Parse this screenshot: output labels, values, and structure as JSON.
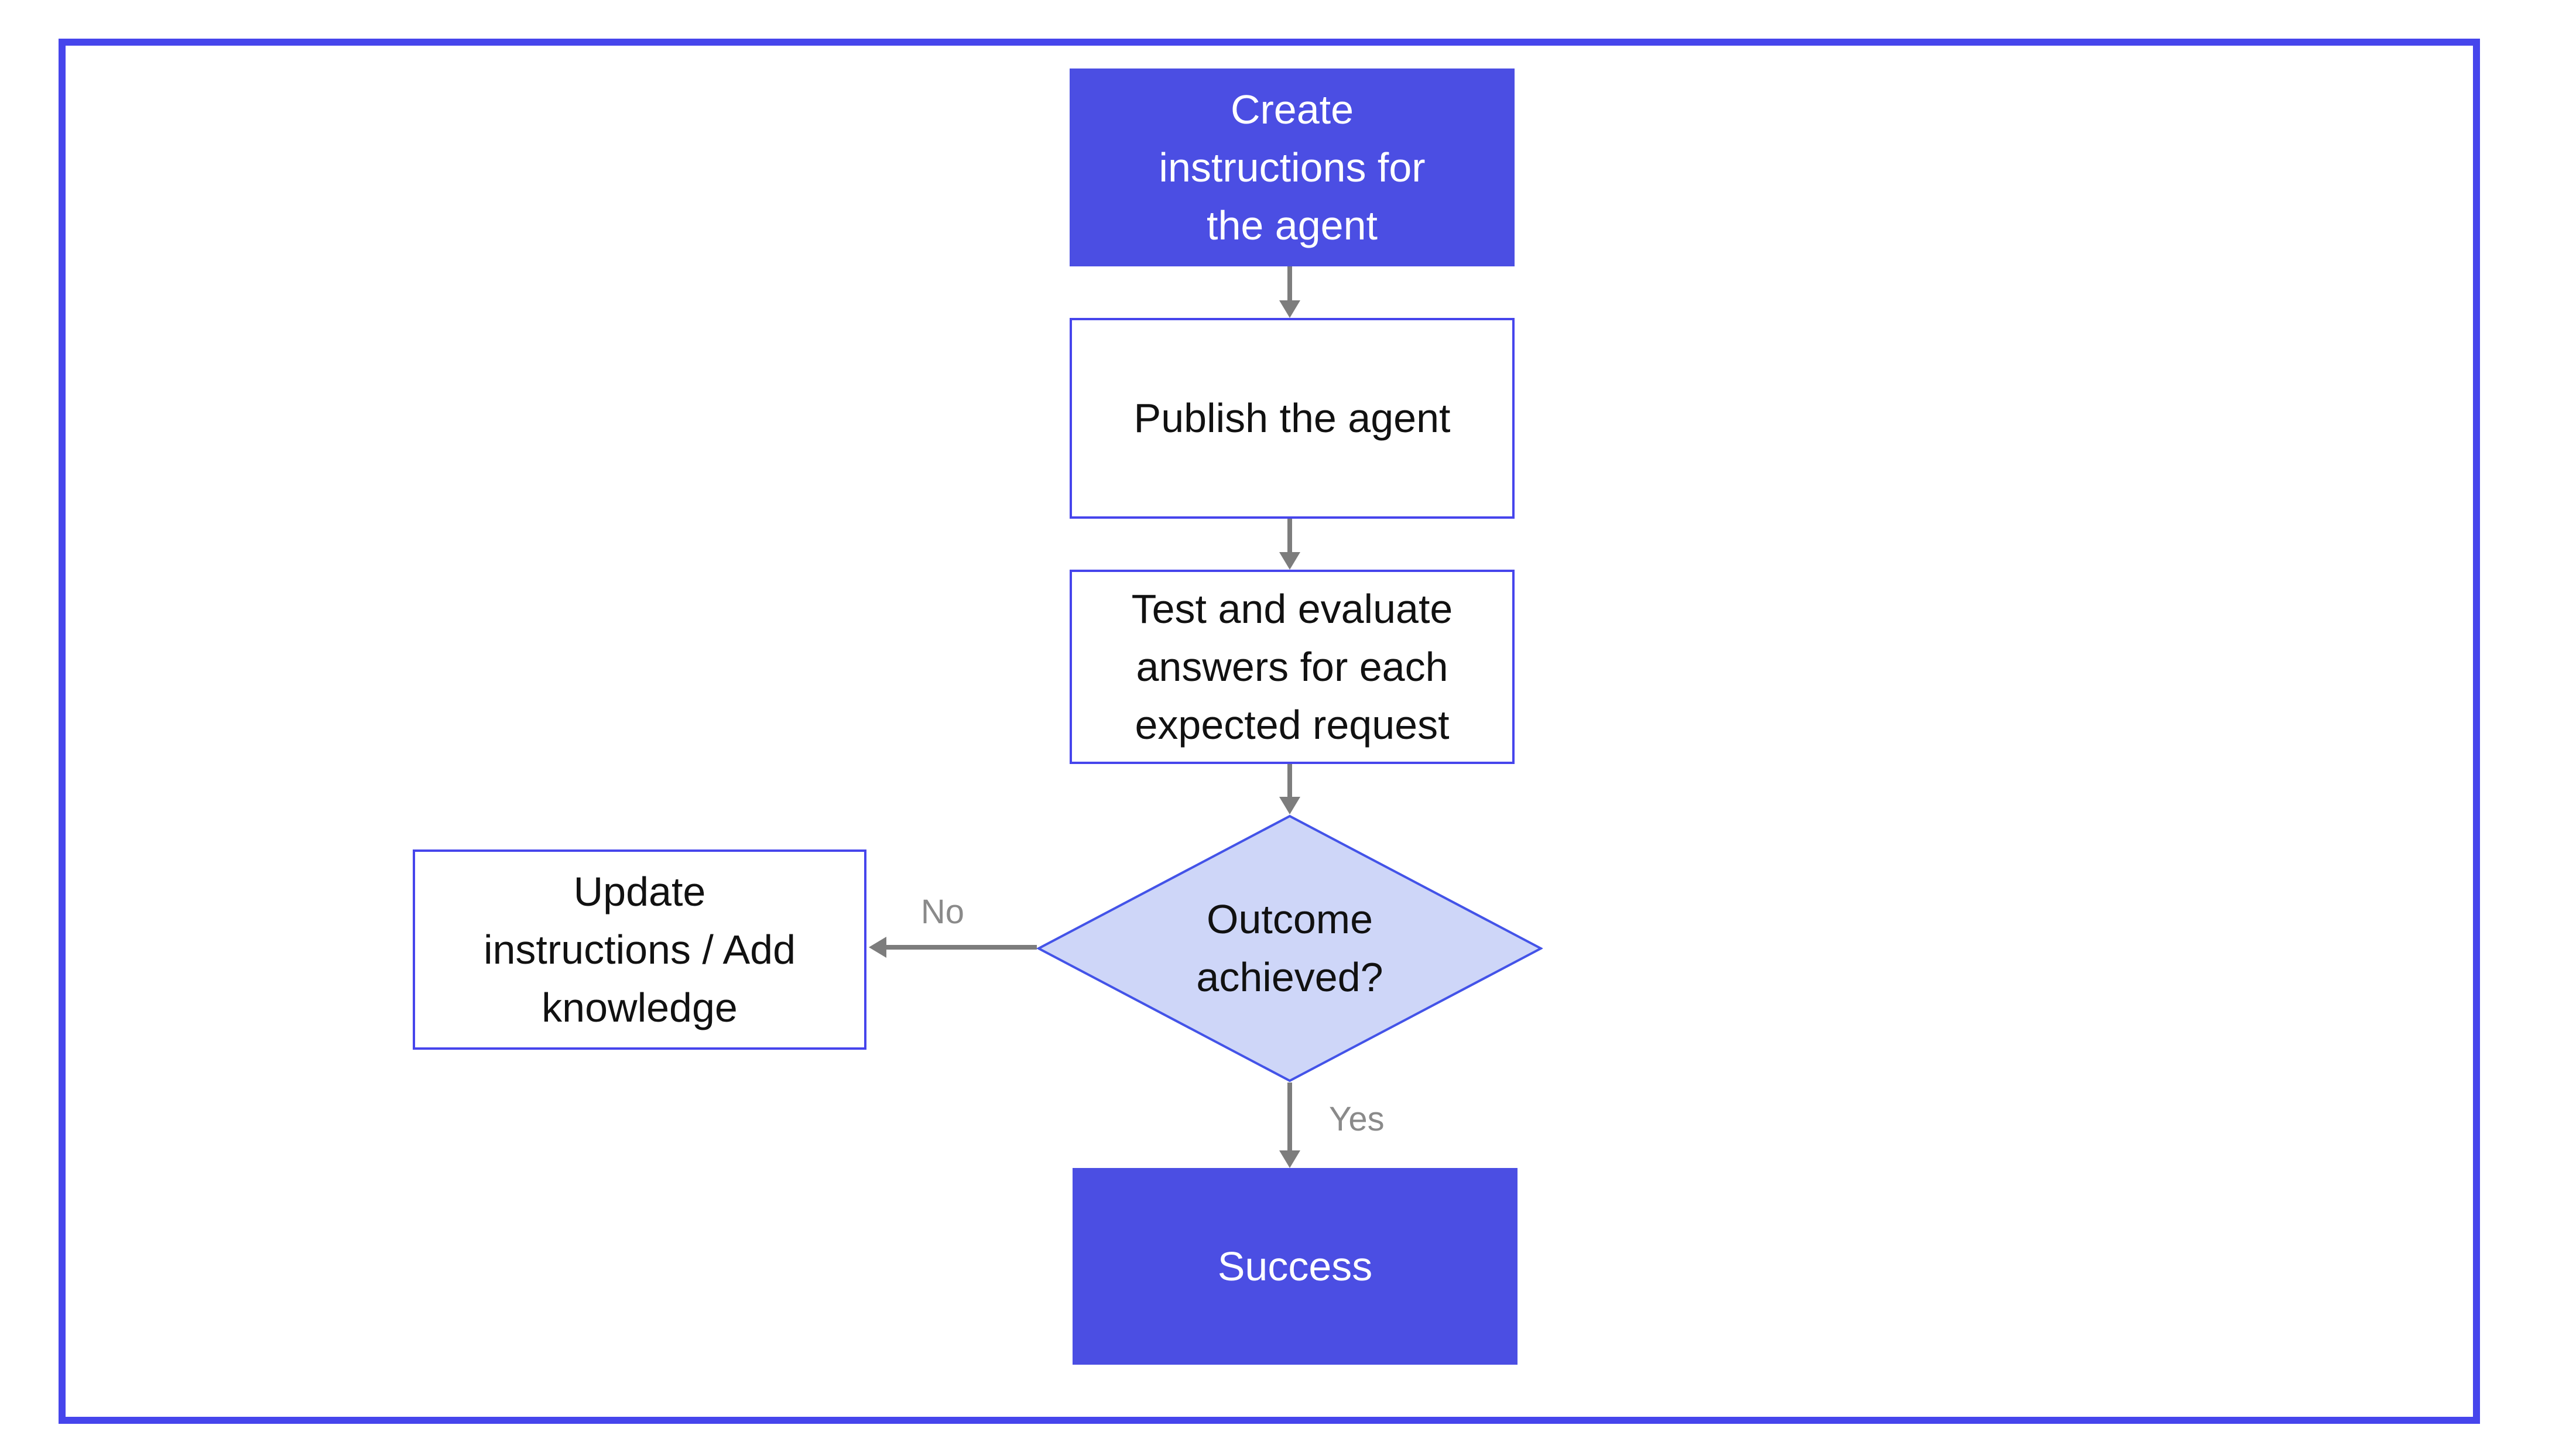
{
  "flowchart": {
    "nodes": {
      "create": {
        "label": "Create instructions for the agent",
        "shape": "rectangle",
        "style": "filled"
      },
      "publish": {
        "label": "Publish the agent",
        "shape": "rectangle",
        "style": "outlined"
      },
      "test": {
        "label": "Test and evaluate answers for each expected request",
        "shape": "rectangle",
        "style": "outlined"
      },
      "decision": {
        "label": "Outcome achieved?",
        "shape": "diamond",
        "style": "decision"
      },
      "update": {
        "label": "Update instructions / Add knowledge",
        "shape": "rectangle",
        "style": "outlined"
      },
      "success": {
        "label": "Success",
        "shape": "rectangle",
        "style": "filled"
      }
    },
    "edges": [
      {
        "from": "create",
        "to": "publish",
        "label": ""
      },
      {
        "from": "publish",
        "to": "test",
        "label": ""
      },
      {
        "from": "test",
        "to": "decision",
        "label": ""
      },
      {
        "from": "decision",
        "to": "update",
        "label": "No"
      },
      {
        "from": "decision",
        "to": "success",
        "label": "Yes"
      }
    ],
    "edge_labels": {
      "no": "No",
      "yes": "Yes"
    },
    "colors": {
      "accent_fill": "#4b4ee3",
      "frame_border": "#4645ec",
      "node_border": "#4645ec",
      "decision_fill": "#ced6f8",
      "decision_border": "#4353e8",
      "connector": "#7d7d7d",
      "edge_label": "#8a8a8a",
      "text_dark": "#111111",
      "text_light": "#ffffff"
    }
  }
}
